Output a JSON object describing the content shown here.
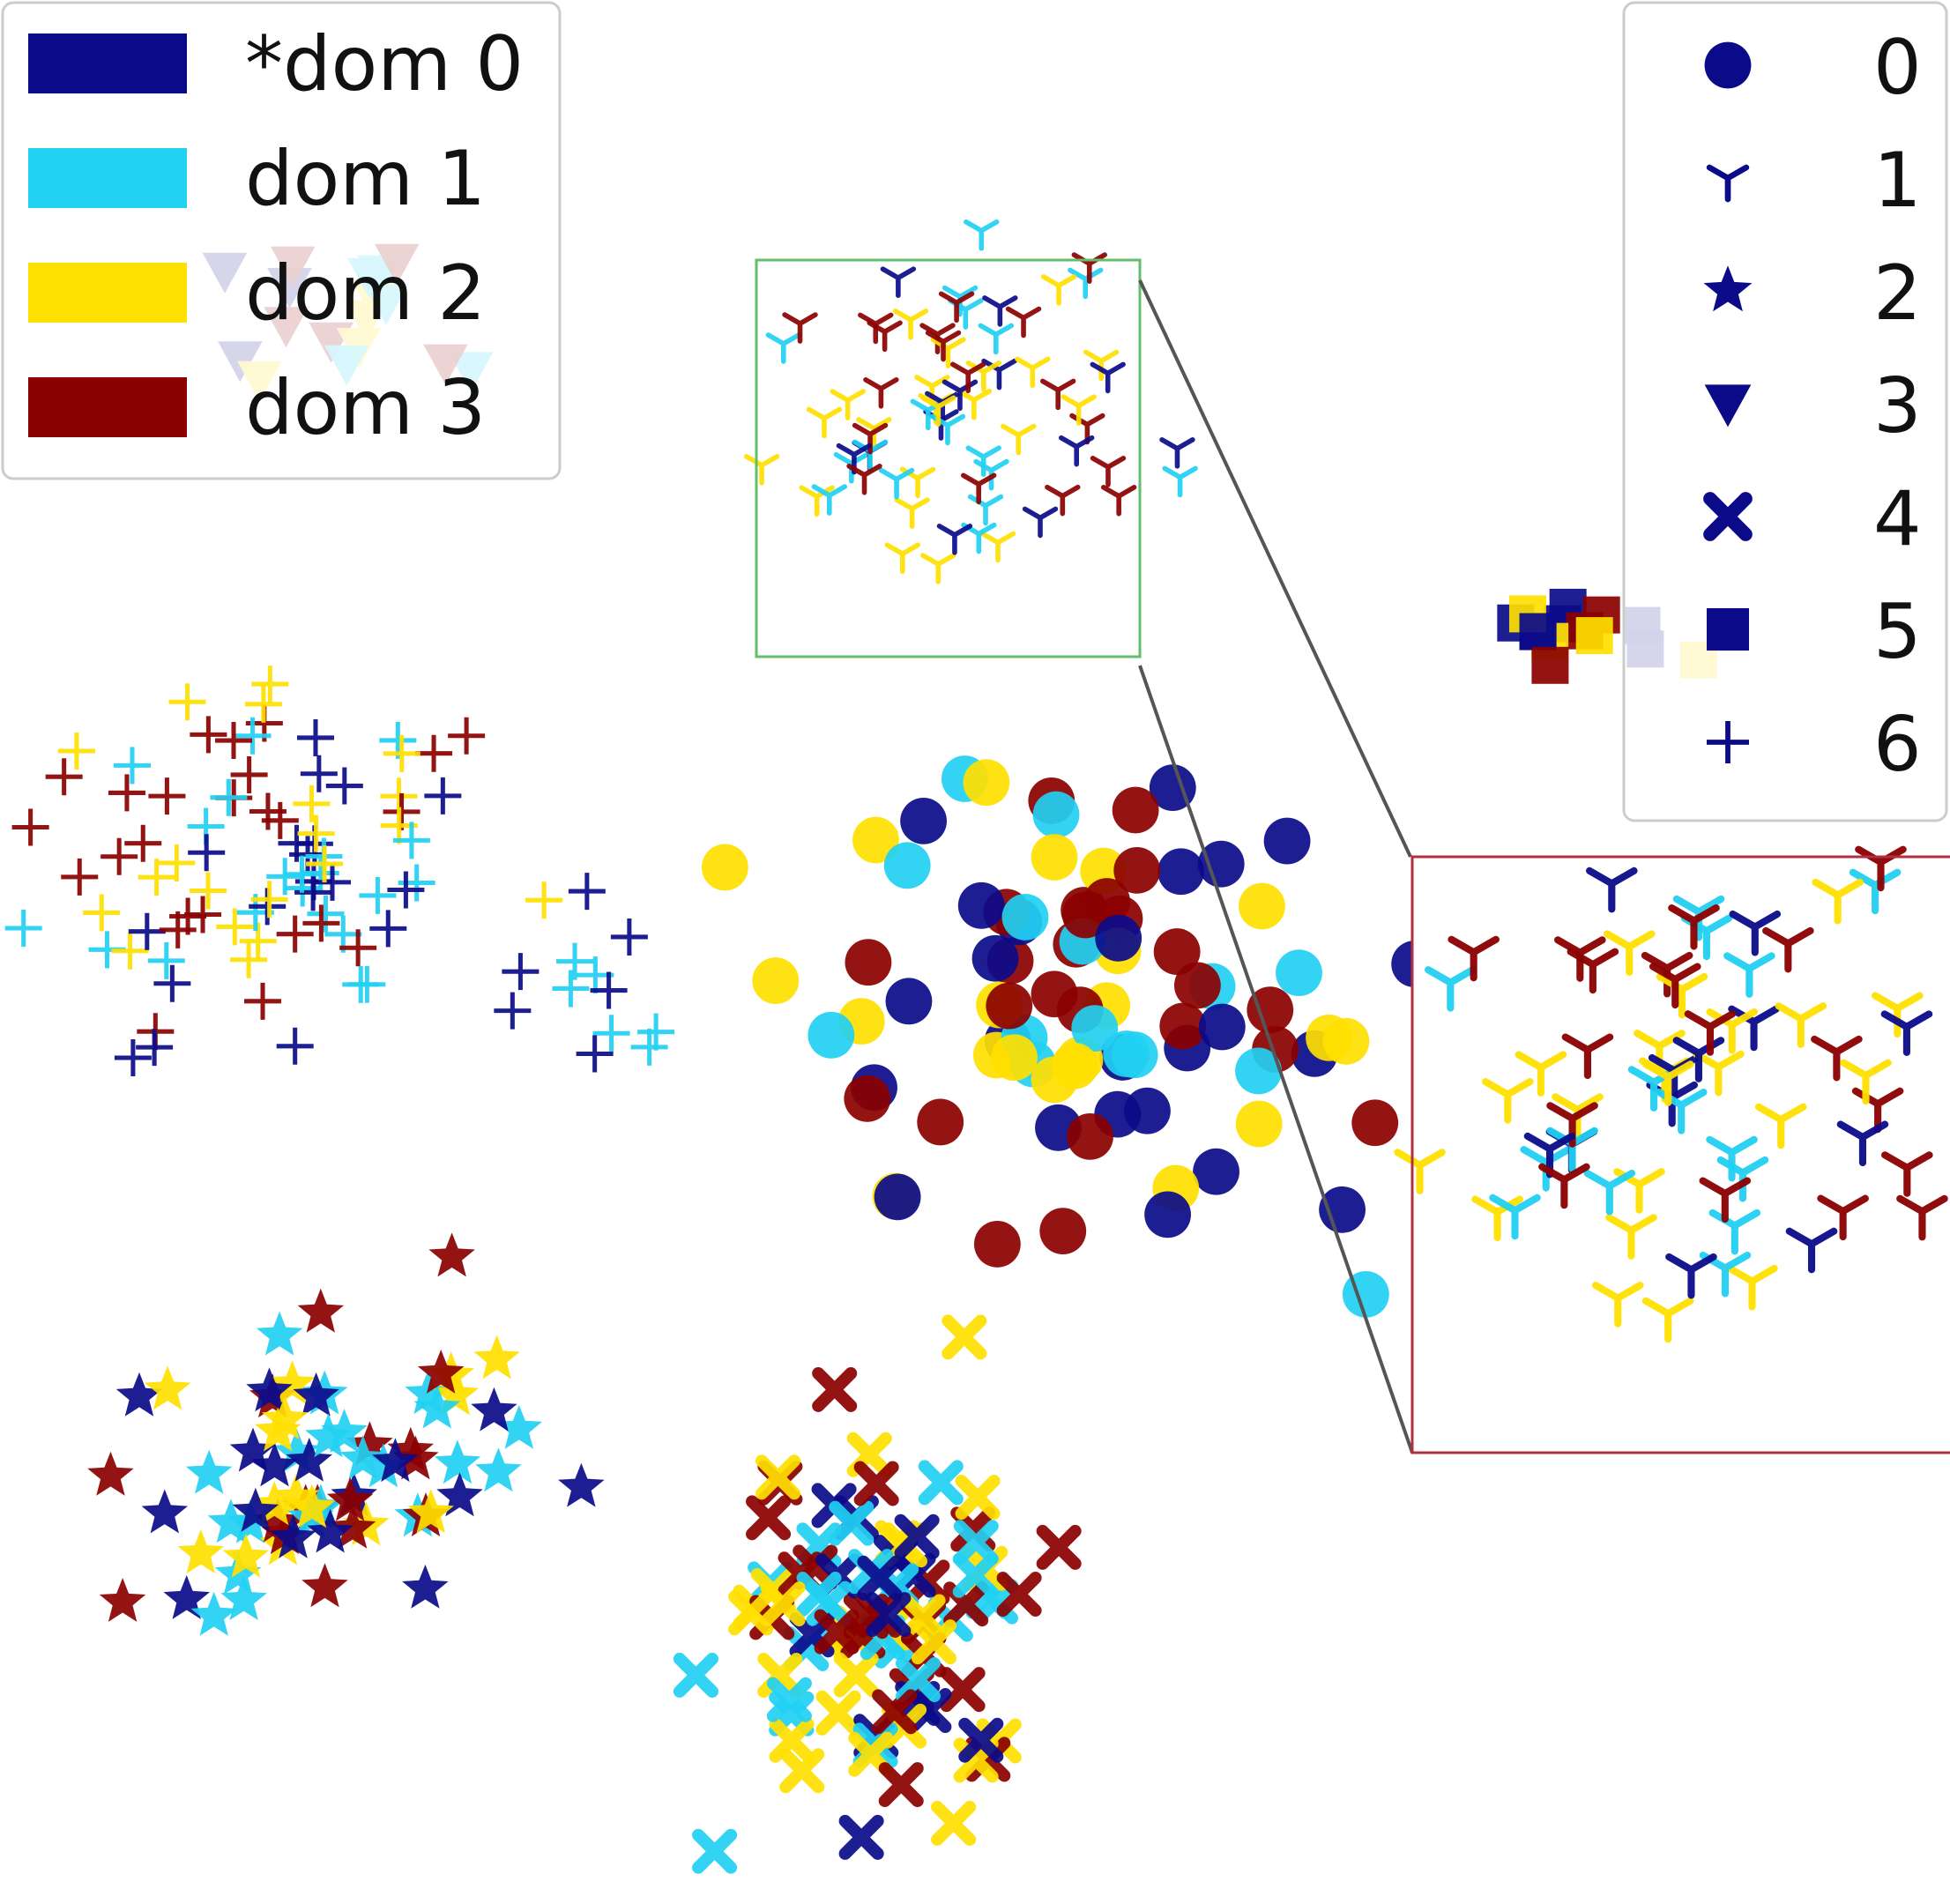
{
  "chart_data": {
    "type": "scatter",
    "title": "",
    "xlabel": "",
    "ylabel": "",
    "xlim": [
      0,
      100
    ],
    "ylim": [
      0,
      100
    ],
    "grid": false,
    "legends": [
      {
        "kind": "domain-color",
        "placement": "top-left",
        "entries": [
          {
            "label": "*dom 0",
            "color": "#0b0b8a"
          },
          {
            "label": "dom 1",
            "color": "#22d0f2"
          },
          {
            "label": "dom 2",
            "color": "#ffe000"
          },
          {
            "label": "dom 3",
            "color": "#8b0000"
          }
        ]
      },
      {
        "kind": "class-marker",
        "placement": "top-right",
        "entries": [
          {
            "label": "0",
            "marker": "circle"
          },
          {
            "label": "1",
            "marker": "tri-y"
          },
          {
            "label": "2",
            "marker": "star"
          },
          {
            "label": "3",
            "marker": "triangle-down"
          },
          {
            "label": "4",
            "marker": "x-filled"
          },
          {
            "label": "5",
            "marker": "square"
          },
          {
            "label": "6",
            "marker": "plus"
          }
        ]
      }
    ],
    "inset": {
      "zoom_of": "class-1 cluster",
      "frame_color": "#5fbf6a",
      "zoom_frame_color": "#b03040"
    },
    "clusters": [
      {
        "class": "1",
        "domains": [
          "*dom 0",
          "dom 1",
          "dom 2",
          "dom 3"
        ],
        "center": [
          49,
          80
        ],
        "spread": [
          10,
          9
        ],
        "n": 70
      },
      {
        "class": "6",
        "domains": [
          "*dom 0",
          "dom 1",
          "dom 2",
          "dom 3"
        ],
        "center": [
          13,
          55
        ],
        "spread": [
          11,
          8
        ],
        "n": 85
      },
      {
        "class": "6",
        "domains": [
          "*dom 0",
          "dom 1"
        ],
        "center": [
          30,
          47
        ],
        "spread": [
          4,
          3
        ],
        "n": 12
      },
      {
        "class": "0",
        "domains": [
          "*dom 0",
          "dom 1",
          "dom 2",
          "dom 3"
        ],
        "center": [
          57,
          47
        ],
        "spread": [
          11,
          11
        ],
        "n": 85
      },
      {
        "class": "2",
        "domains": [
          "*dom 0",
          "dom 1",
          "dom 2",
          "dom 3"
        ],
        "center": [
          16,
          22
        ],
        "spread": [
          10,
          7
        ],
        "n": 70
      },
      {
        "class": "4",
        "domains": [
          "*dom 0",
          "dom 1",
          "dom 2",
          "dom 3"
        ],
        "center": [
          45,
          14
        ],
        "spread": [
          7,
          9
        ],
        "n": 85
      },
      {
        "class": "5",
        "domains": [
          "*dom 0",
          "dom 2",
          "dom 3"
        ],
        "center": [
          82,
          67
        ],
        "spread": [
          4,
          2
        ],
        "n": 14
      },
      {
        "class": "3",
        "domains": [
          "*dom 0",
          "dom 1",
          "dom 2",
          "dom 3"
        ],
        "center": [
          16,
          83
        ],
        "spread": [
          6,
          6
        ],
        "n": 18
      }
    ]
  }
}
